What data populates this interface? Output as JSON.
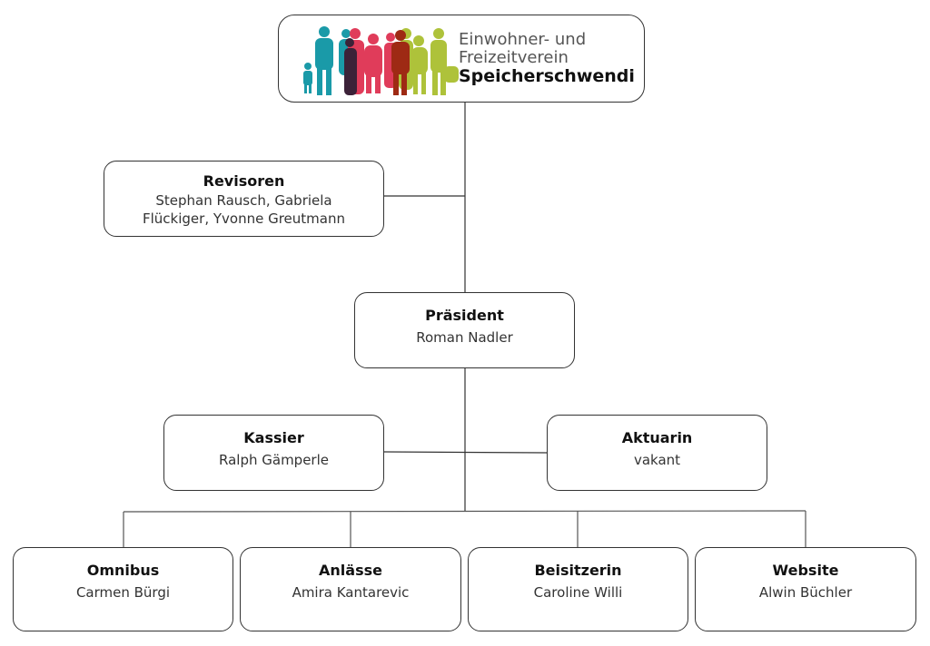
{
  "logo": {
    "line1": "Einwohner- und",
    "line2": "Freizeitverein",
    "line3": "Speicherschwendi",
    "colors": [
      "#1a9aa8",
      "#3c2238",
      "#e03c5a",
      "#9e2a14",
      "#aec23a"
    ]
  },
  "nodes": {
    "revisoren": {
      "title": "Revisoren",
      "name_line1": "Stephan Rausch, Gabriela",
      "name_line2": "Flückiger, Yvonne Greutmann"
    },
    "praesident": {
      "title": "Präsident",
      "name": "Roman Nadler"
    },
    "kassier": {
      "title": "Kassier",
      "name": "Ralph Gämperle"
    },
    "aktuarin": {
      "title": "Aktuarin",
      "name": "vakant"
    },
    "omnibus": {
      "title": "Omnibus",
      "name": "Carmen Bürgi"
    },
    "anlaesse": {
      "title": "Anlässe",
      "name": "Amira Kantarevic"
    },
    "beisitzerin": {
      "title": "Beisitzerin",
      "name": "Caroline Willi"
    },
    "website": {
      "title": "Website",
      "name": "Alwin Büchler"
    }
  },
  "style": {
    "line_color": "#333333",
    "border_color": "#333333"
  }
}
